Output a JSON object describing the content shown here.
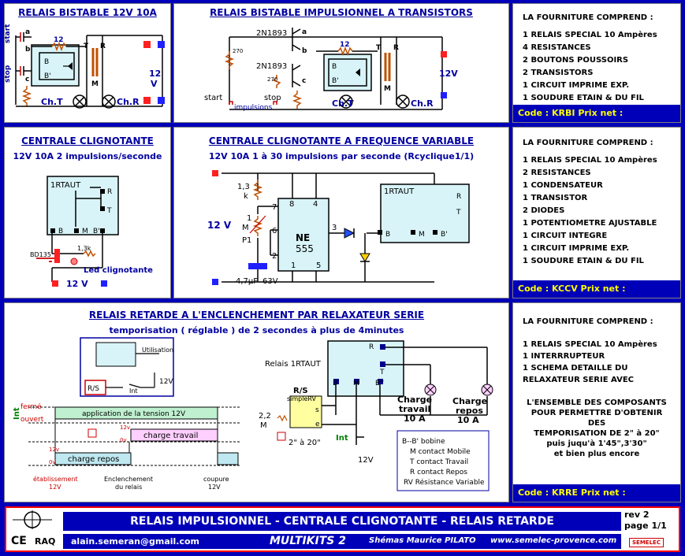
{
  "panel1": {
    "title": "RELAIS BISTABLE 12V 10A",
    "labels": {
      "start": "start",
      "stop": "stop",
      "a": "a",
      "b": "b",
      "c": "c",
      "B": "B",
      "Bp": "B'",
      "T": "T",
      "R": "R",
      "M": "M",
      "v12": "12",
      "vV": "V",
      "chT": "Ch.T",
      "chR": "Ch.R",
      "plus": "+",
      "minus": "-",
      "coil": "12"
    }
  },
  "panel2": {
    "title": "RELAIS BISTABLE IMPULSIONNEL A TRANSISTORS",
    "labels": {
      "t1": "2N1893",
      "t2": "2N1893",
      "r1": "270",
      "r2": "270",
      "start": "start",
      "impulsions": "impulsions",
      "stop": "stop",
      "a": "a",
      "b": "b",
      "c": "c",
      "B": "B",
      "Bp": "B'",
      "T": "T",
      "R": "R",
      "M": "M",
      "v12": "12V",
      "chT": "Ch.T",
      "chR": "Ch.R",
      "coil": "12"
    }
  },
  "panel3": {
    "title": "CENTRALE CLIGNOTANTE",
    "subtitle": "12V 10A 2 impulsions/seconde",
    "labels": {
      "relay": "1RTAUT",
      "R": "R",
      "T": "T",
      "B": "B",
      "M": "M",
      "Bp": "B'",
      "bd": "BD135",
      "res": "1,3k",
      "led": "Led clignotante",
      "supply": "12 V"
    }
  },
  "panel4": {
    "title": "CENTRALE CLIGNOTANTE A FREQUENCE VARIABLE",
    "subtitle": "12V 10A 1 à 30 impulsions par seconde (Rcyclique1/1)",
    "labels": {
      "r1": "1,3",
      "r1u": "k",
      "p1": "1",
      "p1u": "M",
      "p1n": "P1",
      "v12": "12 V",
      "cap": "4,7µF",
      "capv": "63V",
      "ne": "NE",
      "n555": "555",
      "p8": "8",
      "p4": "4",
      "p7": "7",
      "p6": "6",
      "p2": "2",
      "p3": "3",
      "p1pin": "1",
      "p5": "5",
      "relay": "1RTAUT",
      "R": "R",
      "T": "T",
      "B": "B",
      "M": "M",
      "Bp": "B'",
      "plus": "+",
      "minus": "-"
    }
  },
  "panel5": {
    "title": "RELAIS RETARDE A L'ENCLENCHEMENT PAR RELAXATEUR SERIE",
    "subtitle": "temporisation ( réglable ) de 2 secondes à plus de 4minutes",
    "labels": {
      "util": "Utilisation",
      "rs": "R/S",
      "int": "Int",
      "v12": "12V",
      "relay": "Relais 1RTAUT",
      "rs2": "R/S",
      "simple": "simpleRV",
      "res": "2,2",
      "resu": "M",
      "s": "s",
      "e": "e",
      "range": "2\" à 20\"",
      "chT1": "Charge",
      "chT2": "travail",
      "chT3": "10 A",
      "chR1": "Charge",
      "chR2": "repos",
      "chR3": "10 A",
      "int2": "Int",
      "v12b": "12V",
      "R": "R",
      "T": "T",
      "B": "B",
      "M": "M",
      "Bpp": "B''",
      "sm": "M",
      "sr": "R",
      "sT": "T"
    },
    "timing": {
      "int": "Int",
      "ferme": "fermé",
      "ouvert": "ouvert",
      "application": "application  de la tension 12V",
      "charge_travail": "charge travail",
      "charge_repos": "charge repos",
      "v12": "12v",
      "ov": "0v",
      "etab1": "établissement",
      "etab2": "12V",
      "encl1": "Enclenchement",
      "encl2": "du relais",
      "coup1": "coupure",
      "coup2": "12V"
    },
    "legend": [
      "B--B' bobine",
      "M contact Mobile",
      "T contact Travail",
      "R contact Repos",
      "RV  Résistance Variable"
    ]
  },
  "kit1": {
    "header": "LA FOURNITURE COMPREND :",
    "items": [
      "1 RELAIS SPECIAL 10 Ampères",
      "4 RESISTANCES",
      "2 BOUTONS POUSSOIRS",
      "2 TRANSISTORS",
      "1 CIRCUIT IMPRIME EXP.",
      "1 SOUDURE ETAIN & DU FIL"
    ],
    "code": "Code : KRBI    Prix net :"
  },
  "kit2": {
    "header": "LA FOURNITURE COMPREND :",
    "items": [
      "1 RELAIS SPECIAL 10 Ampères",
      "2 RESISTANCES",
      "1 CONDENSATEUR",
      "1 TRANSISTOR",
      "2 DIODES",
      "1 POTENTIOMETRE AJUSTABLE",
      "1 CIRCUIT INTEGRE",
      "1 CIRCUIT IMPRIME EXP.",
      "1 SOUDURE ETAIN & DU FIL"
    ],
    "code": "Code : KCCV    Prix net :"
  },
  "kit3": {
    "header": "LA FOURNITURE COMPREND :",
    "items": [
      "1 RELAIS SPECIAL 10 Ampères",
      "1 INTERRRUPTEUR",
      "1 SCHEMA DETAILLE DU",
      "RELAXATEUR SERIE AVEC"
    ],
    "extra": [
      "L'ENSEMBLE DES COMPOSANTS",
      "POUR PERMETTRE D'OBTENIR",
      "DES",
      "TEMPORISATION DE 2\" à 20\"",
      "puis juqu'à 1'45\",3'30\"",
      "et bien plus encore"
    ],
    "code": "Code : KRRE    Prix net :"
  },
  "footer": {
    "banner": "RELAIS IMPULSIONNEL  -  CENTRALE CLIGNOTANTE  -  RELAIS RETARDE",
    "email": "alain.semeran@gmail.com",
    "kits": "MULTIKITS 2",
    "author": "Shémas Maurice PILATO",
    "web": "www.semelec-provence.com",
    "rev": "rev   2",
    "page": "page 1/1",
    "raq": "RAQ",
    "ce": "CE",
    "logo": "SEMELEC"
  }
}
